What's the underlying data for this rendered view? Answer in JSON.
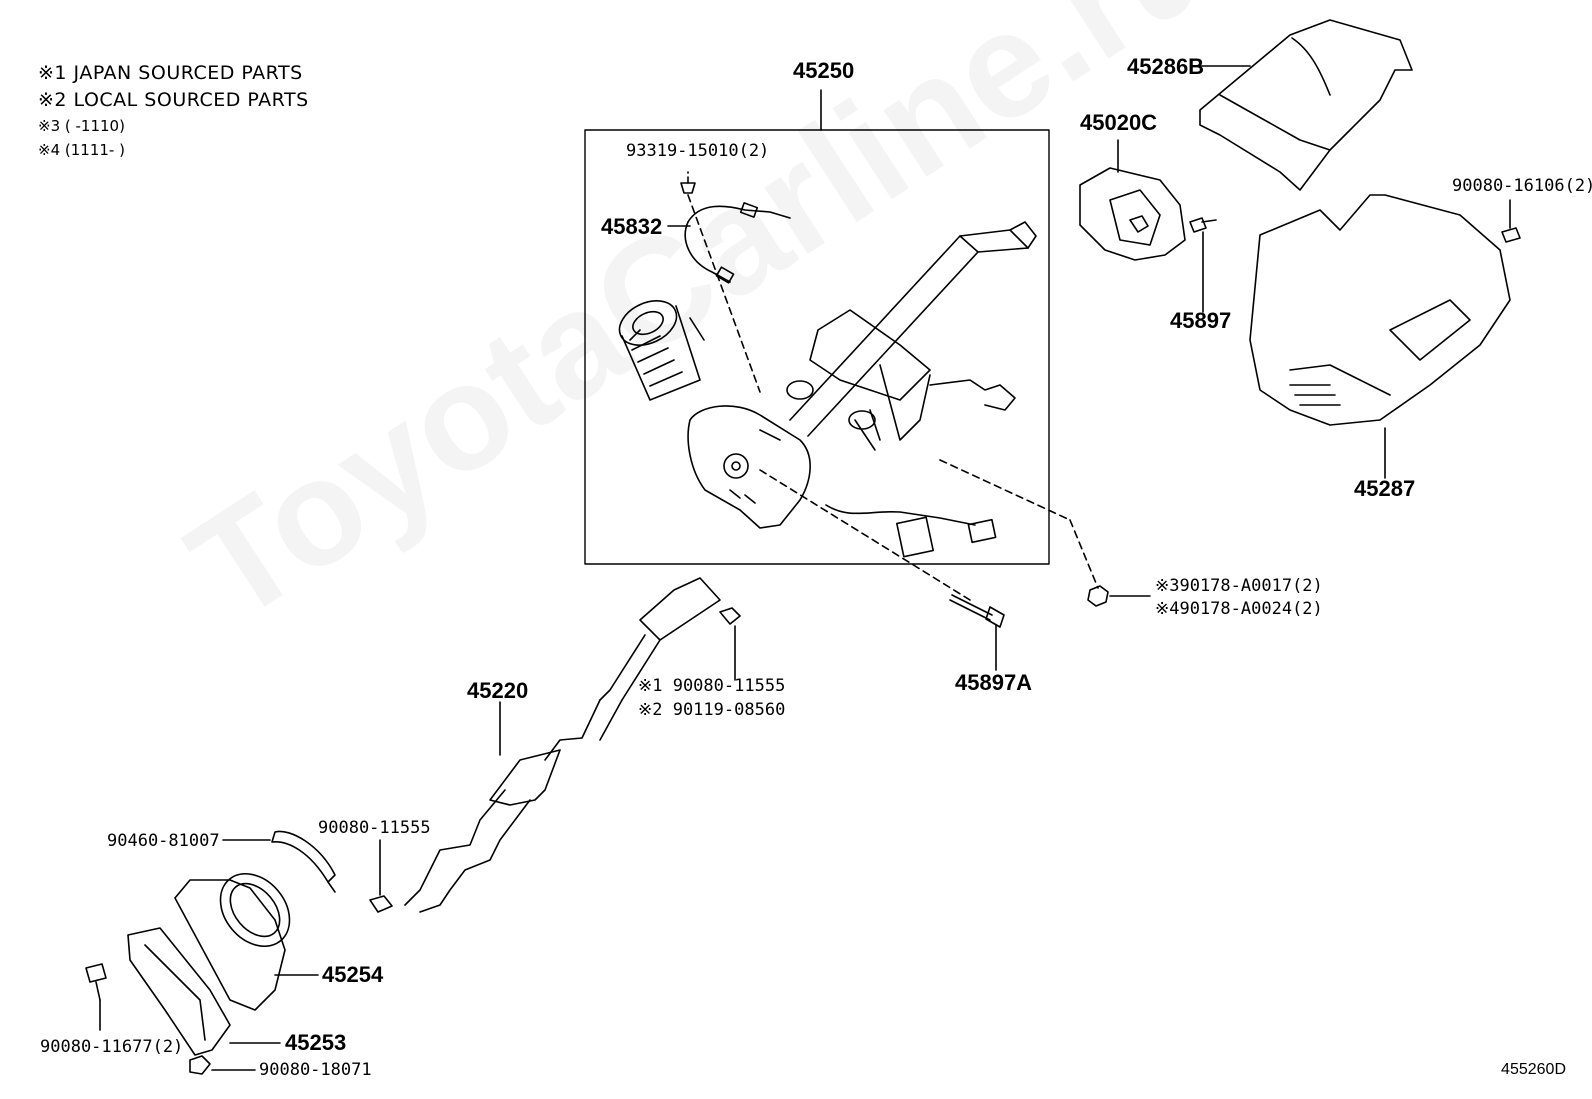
{
  "legend": {
    "note1": "※1 JAPAN SOURCED PARTS",
    "note2": "※2 LOCAL SOURCED PARTS",
    "note3": "※3 (     -1110)",
    "note4": "※4 (1111-     )"
  },
  "callouts": {
    "p45250": "45250",
    "p93319": "93319-15010(2)",
    "p45832": "45832",
    "p45286B": "45286B",
    "p45020C": "45020C",
    "p90080_16106": "90080-16106(2)",
    "p45897": "45897",
    "p45287": "45287",
    "p90178_a": "※390178-A0017(2)",
    "p90178_b": "※490178-A0024(2)",
    "p45897A": "45897A",
    "p90080_11555_1": "※1 90080-11555",
    "p90119": "※2 90119-08560",
    "p45220": "45220",
    "p90080_11555_2": "90080-11555",
    "p90460": "90460-81007",
    "p45254": "45254",
    "p45253": "45253",
    "p90080_11677": "90080-11677(2)",
    "p90080_18071": "90080-18071"
  },
  "diagram_code": "455260D",
  "watermark": "ToyotaCarline.ru",
  "colors": {
    "line": "#000000",
    "background": "#ffffff"
  }
}
